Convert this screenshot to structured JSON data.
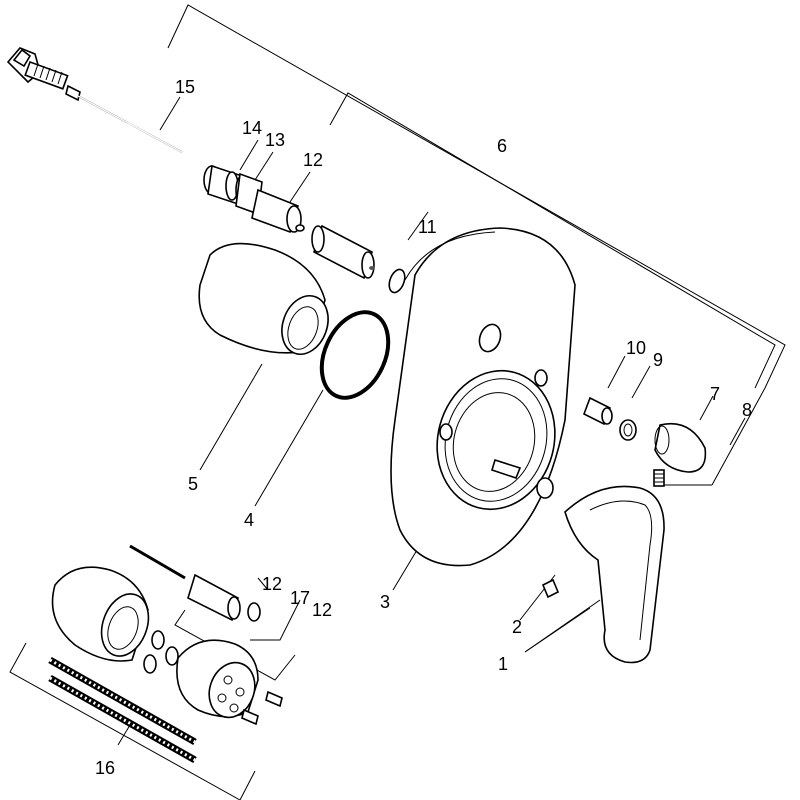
{
  "diagram": {
    "labels": {
      "l1": "1",
      "l2": "2",
      "l3": "3",
      "l4": "4",
      "l5": "5",
      "l6": "6",
      "l7": "7",
      "l8": "8",
      "l9": "9",
      "l10": "10",
      "l11": "11",
      "l12a": "12",
      "l12b": "12",
      "l12c": "12",
      "l13": "13",
      "l14": "14",
      "l15": "15",
      "l16": "16",
      "l17": "17"
    },
    "colors": {
      "stroke": "#000000",
      "fill": "#ffffff",
      "shade": "#555555"
    }
  }
}
